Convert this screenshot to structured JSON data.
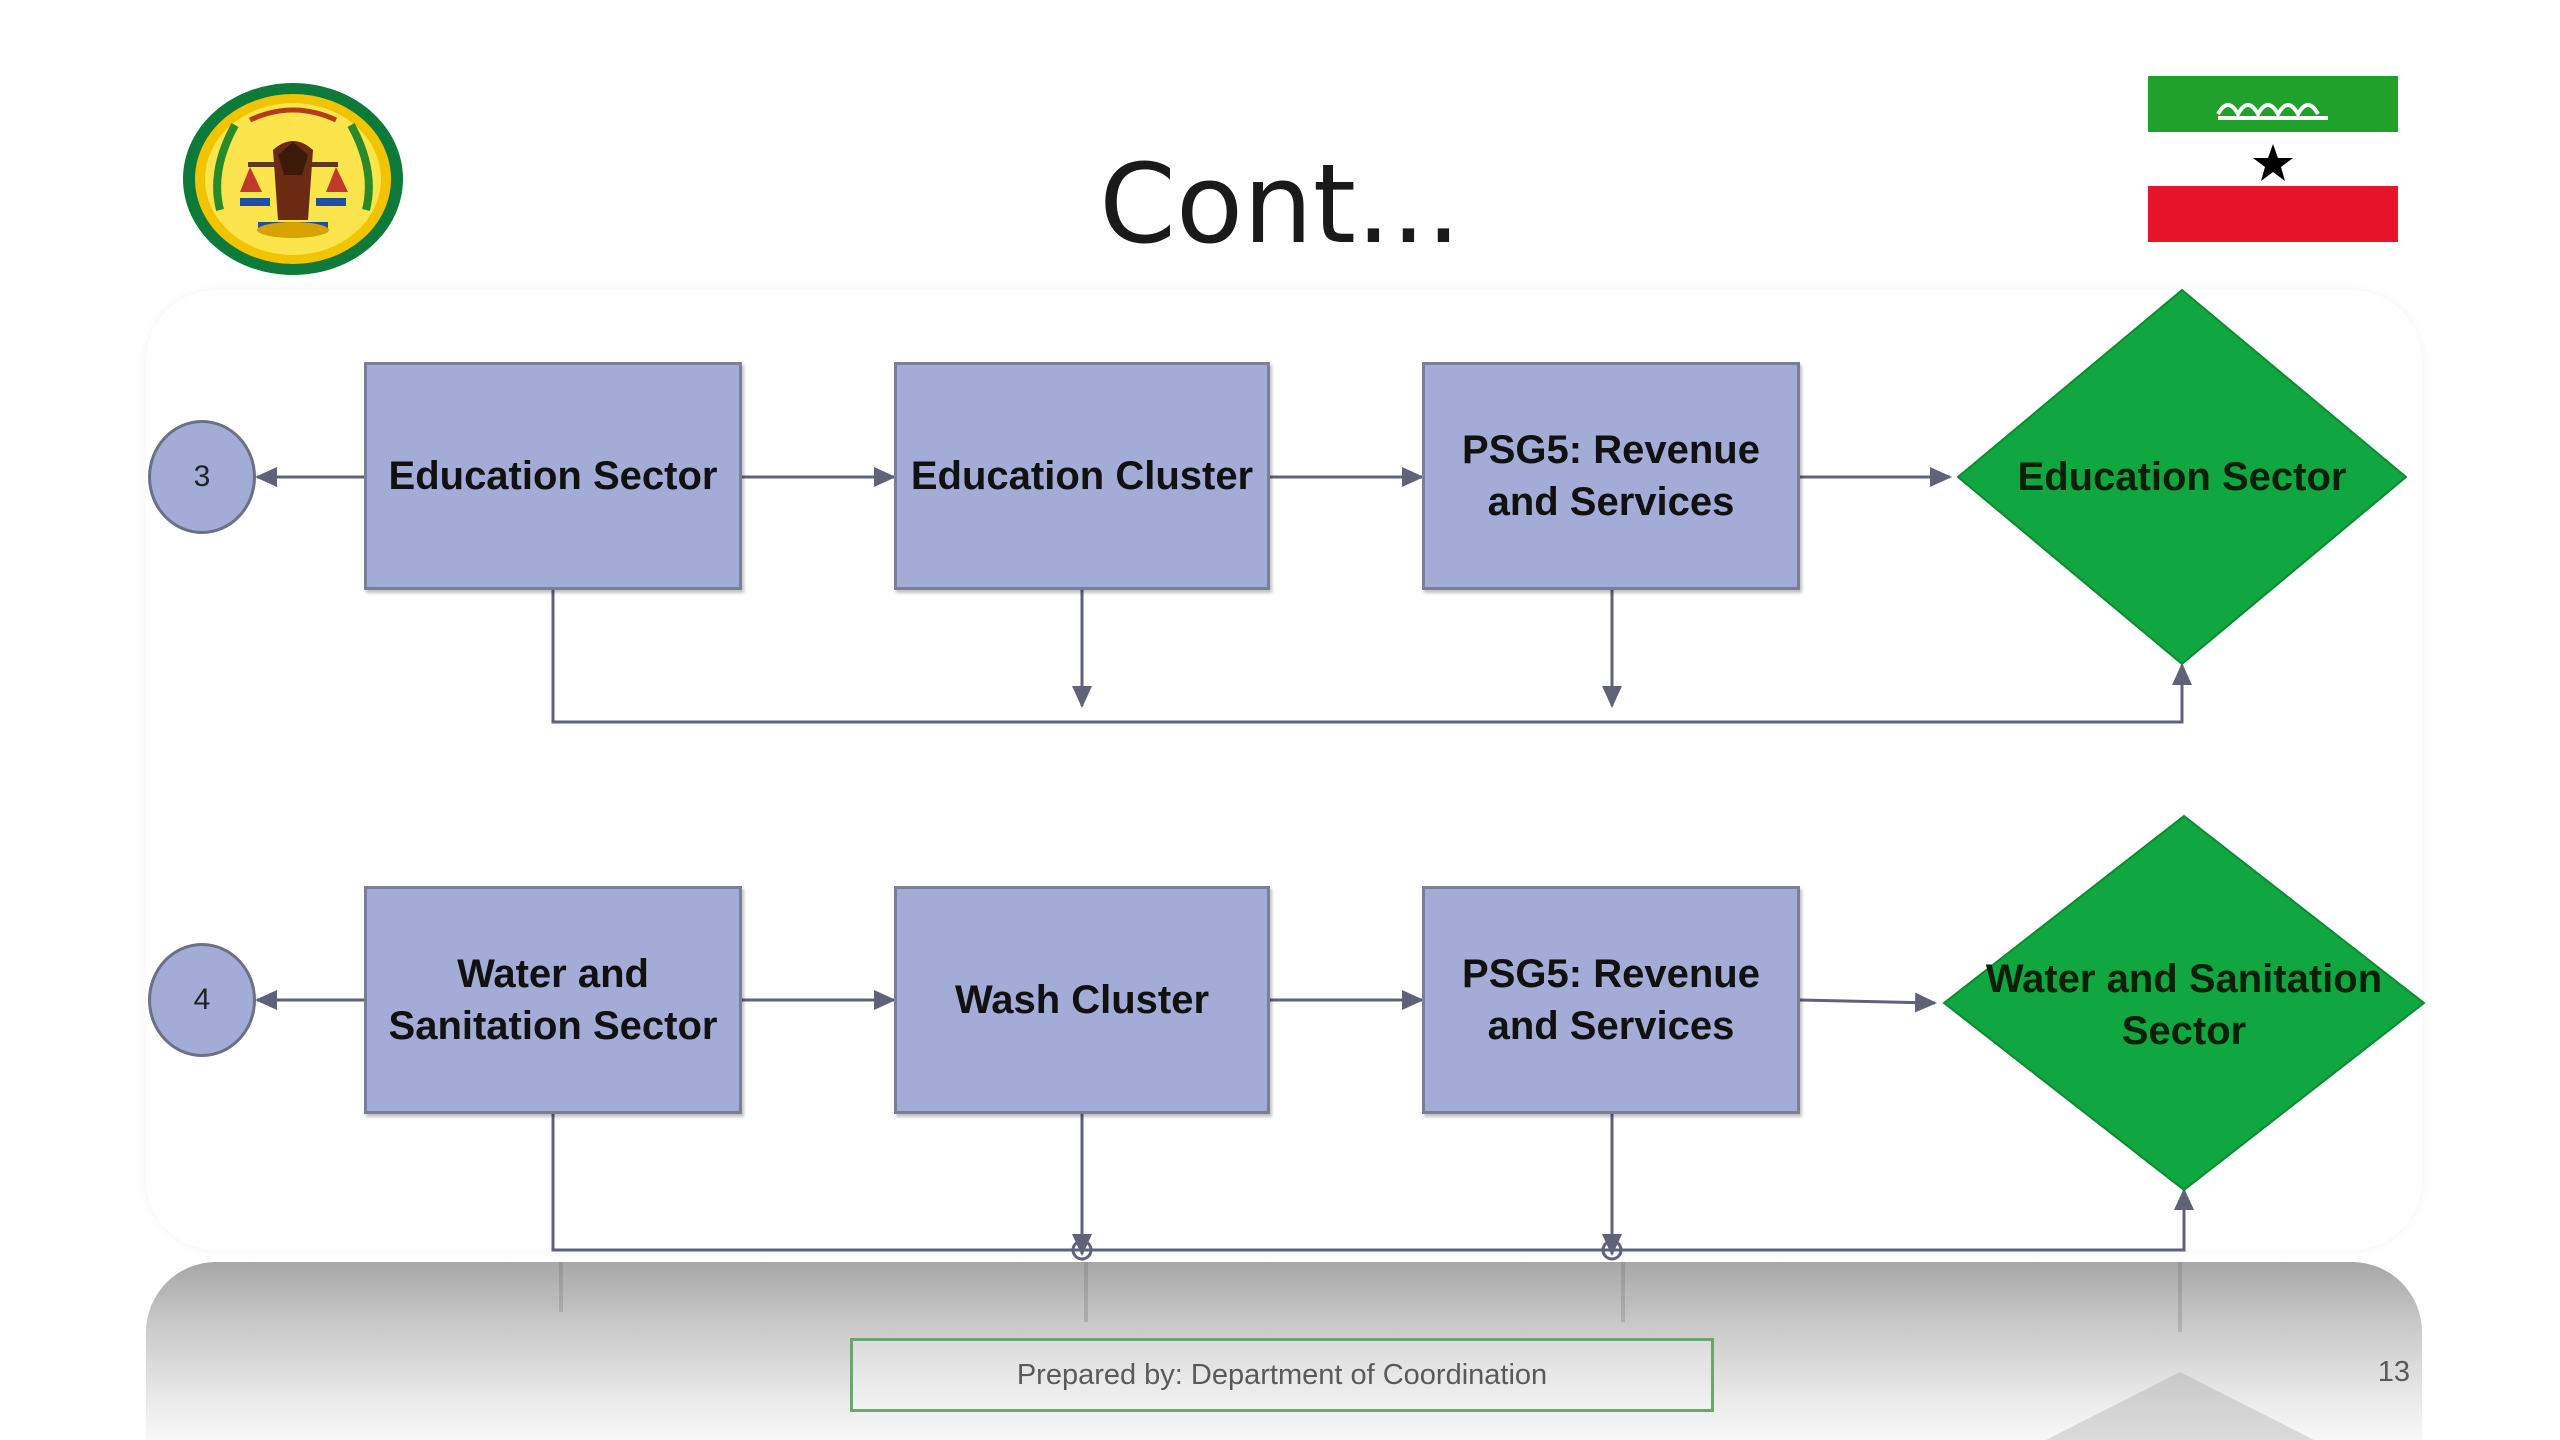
{
  "slide": {
    "title": "Cont...",
    "footer": "Prepared by: Department of Coordination",
    "page_number": "13"
  },
  "emblem": {
    "name": "somaliland-coat-of-arms-emblem"
  },
  "flag": {
    "name": "somaliland-flag",
    "colors": {
      "top": "#1fa12b",
      "middle": "#ffffff",
      "bottom": "#e8152a",
      "star": "#000000"
    }
  },
  "colors": {
    "box_fill": "#a3acd6",
    "box_border": "#7b7f96",
    "diamond_fill": "#10a640",
    "connector": "#5f6278"
  },
  "flow_1": {
    "connector_label": "3",
    "boxes": [
      {
        "label": "Education Sector"
      },
      {
        "label": "Education Cluster"
      },
      {
        "label": "PSG5: Revenue and Services"
      }
    ],
    "decision": {
      "label": "Education Sector"
    }
  },
  "flow_2": {
    "connector_label": "4",
    "boxes": [
      {
        "label": "Water and Sanitation Sector"
      },
      {
        "label": "Wash Cluster"
      },
      {
        "label": "PSG5: Revenue and Services"
      }
    ],
    "decision": {
      "label": "Water and Sanitation Sector"
    }
  }
}
